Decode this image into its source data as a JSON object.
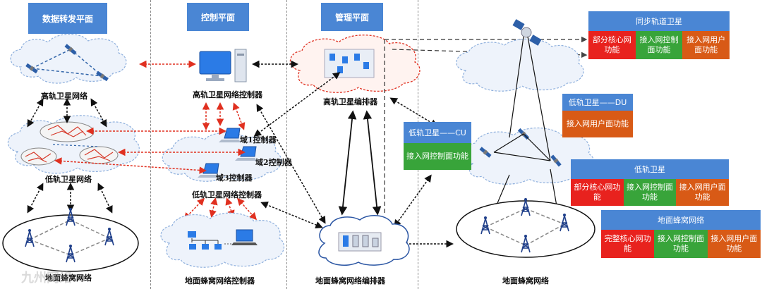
{
  "planes": {
    "data_forwarding": "数据转发平面",
    "control": "控制平面",
    "management": "管理平面"
  },
  "captions": {
    "geo_network": "高轨卫星网络",
    "leo_network": "低轨卫星网络",
    "ground_network_left": "地面蜂窝网络",
    "geo_controller": "高轨卫星网络控制器",
    "domain1": "域1控制器",
    "domain2": "域2控制器",
    "domain3": "域3控制器",
    "leo_controller": "低轨卫星网络控制器",
    "ground_controller": "地面蜂窝网络控制器",
    "geo_orchestrator": "高轨卫星编排器",
    "ground_orchestrator": "地面蜂窝网络编排器",
    "ground_network_right": "地面蜂窝网络"
  },
  "boxes": {
    "geo": {
      "title": "同步轨道卫星",
      "cells": [
        "部分核心网功能",
        "接入网控制面功能",
        "接入网用户面功能"
      ]
    },
    "leo_du": {
      "title": "低轨卫星——DU",
      "cells": [
        "接入网用户面功能"
      ]
    },
    "leo_cu": {
      "title": "低轨卫星——CU",
      "cells": [
        "接入网控制面功能"
      ]
    },
    "leo": {
      "title": "低轨卫星",
      "cells": [
        "部分核心网功能",
        "接入网控制面功能",
        "接入网用户面功能"
      ]
    },
    "cellular": {
      "title": "地面蜂窝网络",
      "cells": [
        "完整核心网功能",
        "接入网控制面功能",
        "接入网用户面功能"
      ]
    }
  },
  "colors": {
    "header_blue": "#4a86d4",
    "core_red": "#e8221e",
    "control_green": "#38a43a",
    "user_orange": "#d85a16",
    "link_red": "#e03020",
    "link_black": "#111111"
  },
  "watermark": "九州网络"
}
